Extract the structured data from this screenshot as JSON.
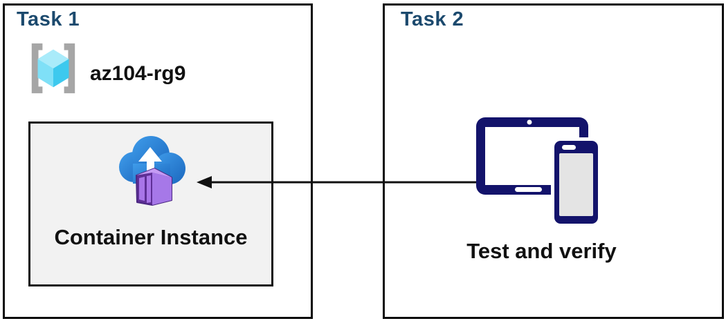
{
  "task1": {
    "title": "Task 1",
    "resource_group_name": "az104-rg9",
    "container_label": "Container Instance"
  },
  "task2": {
    "title": "Task 2",
    "label": "Test and verify"
  },
  "icons": {
    "resource_group": "resource-group-icon",
    "container_instance": "container-instance-icon",
    "devices": "tablet-phone-icon",
    "arrow": "arrow-connector"
  },
  "colors": {
    "heading_navy": "#1c4a6e",
    "box_border": "#0a0a0a",
    "container_card_fill": "#f2f2f2",
    "label_black": "#111111",
    "arrow_black": "#111111",
    "device_navy": "#13136b",
    "device_screen_gray": "#e4e4e4",
    "cloud_blue_light": "#3f9cea",
    "cloud_blue_dark": "#1b67be",
    "container_purple_front": "#5e2f96",
    "container_purple_slat": "#a875e8",
    "container_purple_side": "#a678e8",
    "container_purple_top": "#c49bf4",
    "rg_bracket_gray": "#a6a6a6",
    "rg_cyan_top": "#a9ebfa",
    "rg_cyan_left": "#7fe0f7",
    "rg_cyan_right": "#3dc9ee"
  }
}
